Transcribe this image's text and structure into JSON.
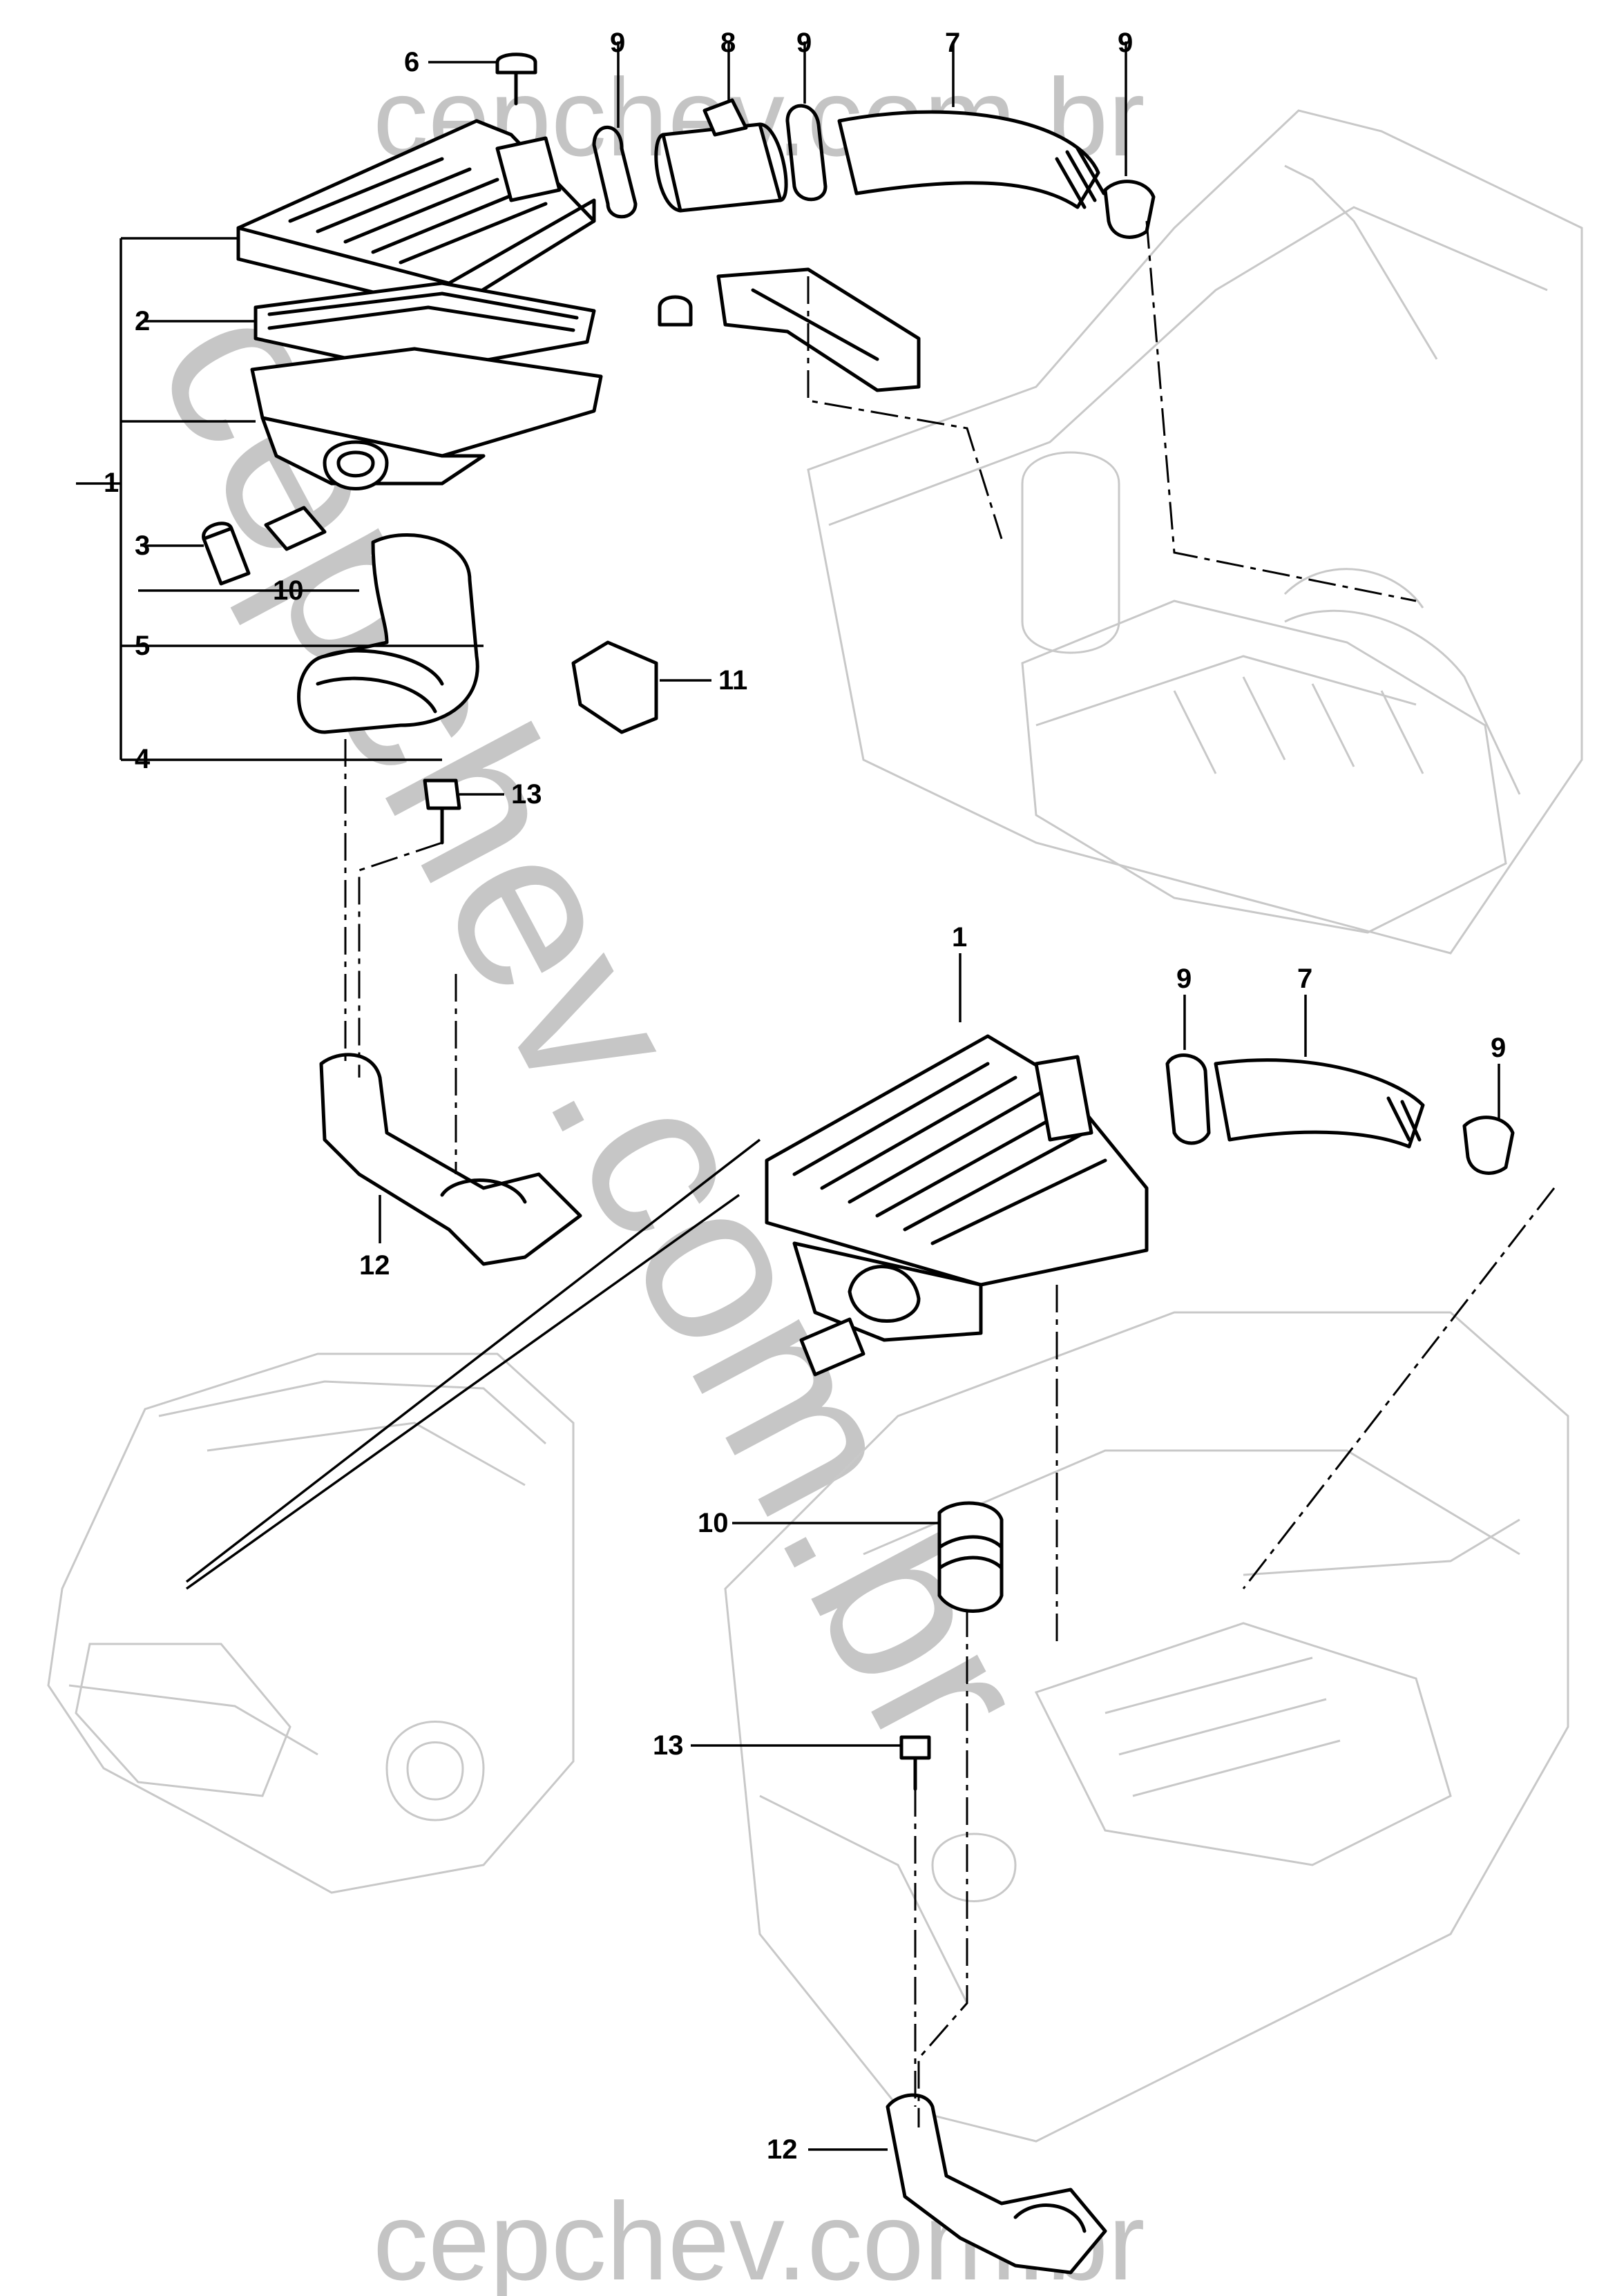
{
  "watermark": {
    "top": "cepchev.com.br",
    "bottom": "cepchev.com.br",
    "diagonal": "cepchev.com.br"
  },
  "callouts": {
    "upper": [
      "1",
      "2",
      "3",
      "4",
      "5",
      "6",
      "7",
      "8",
      "9",
      "9",
      "9",
      "10",
      "11",
      "13",
      "12"
    ],
    "lower": [
      "1",
      "7",
      "9",
      "9",
      "10",
      "12",
      "13"
    ]
  }
}
